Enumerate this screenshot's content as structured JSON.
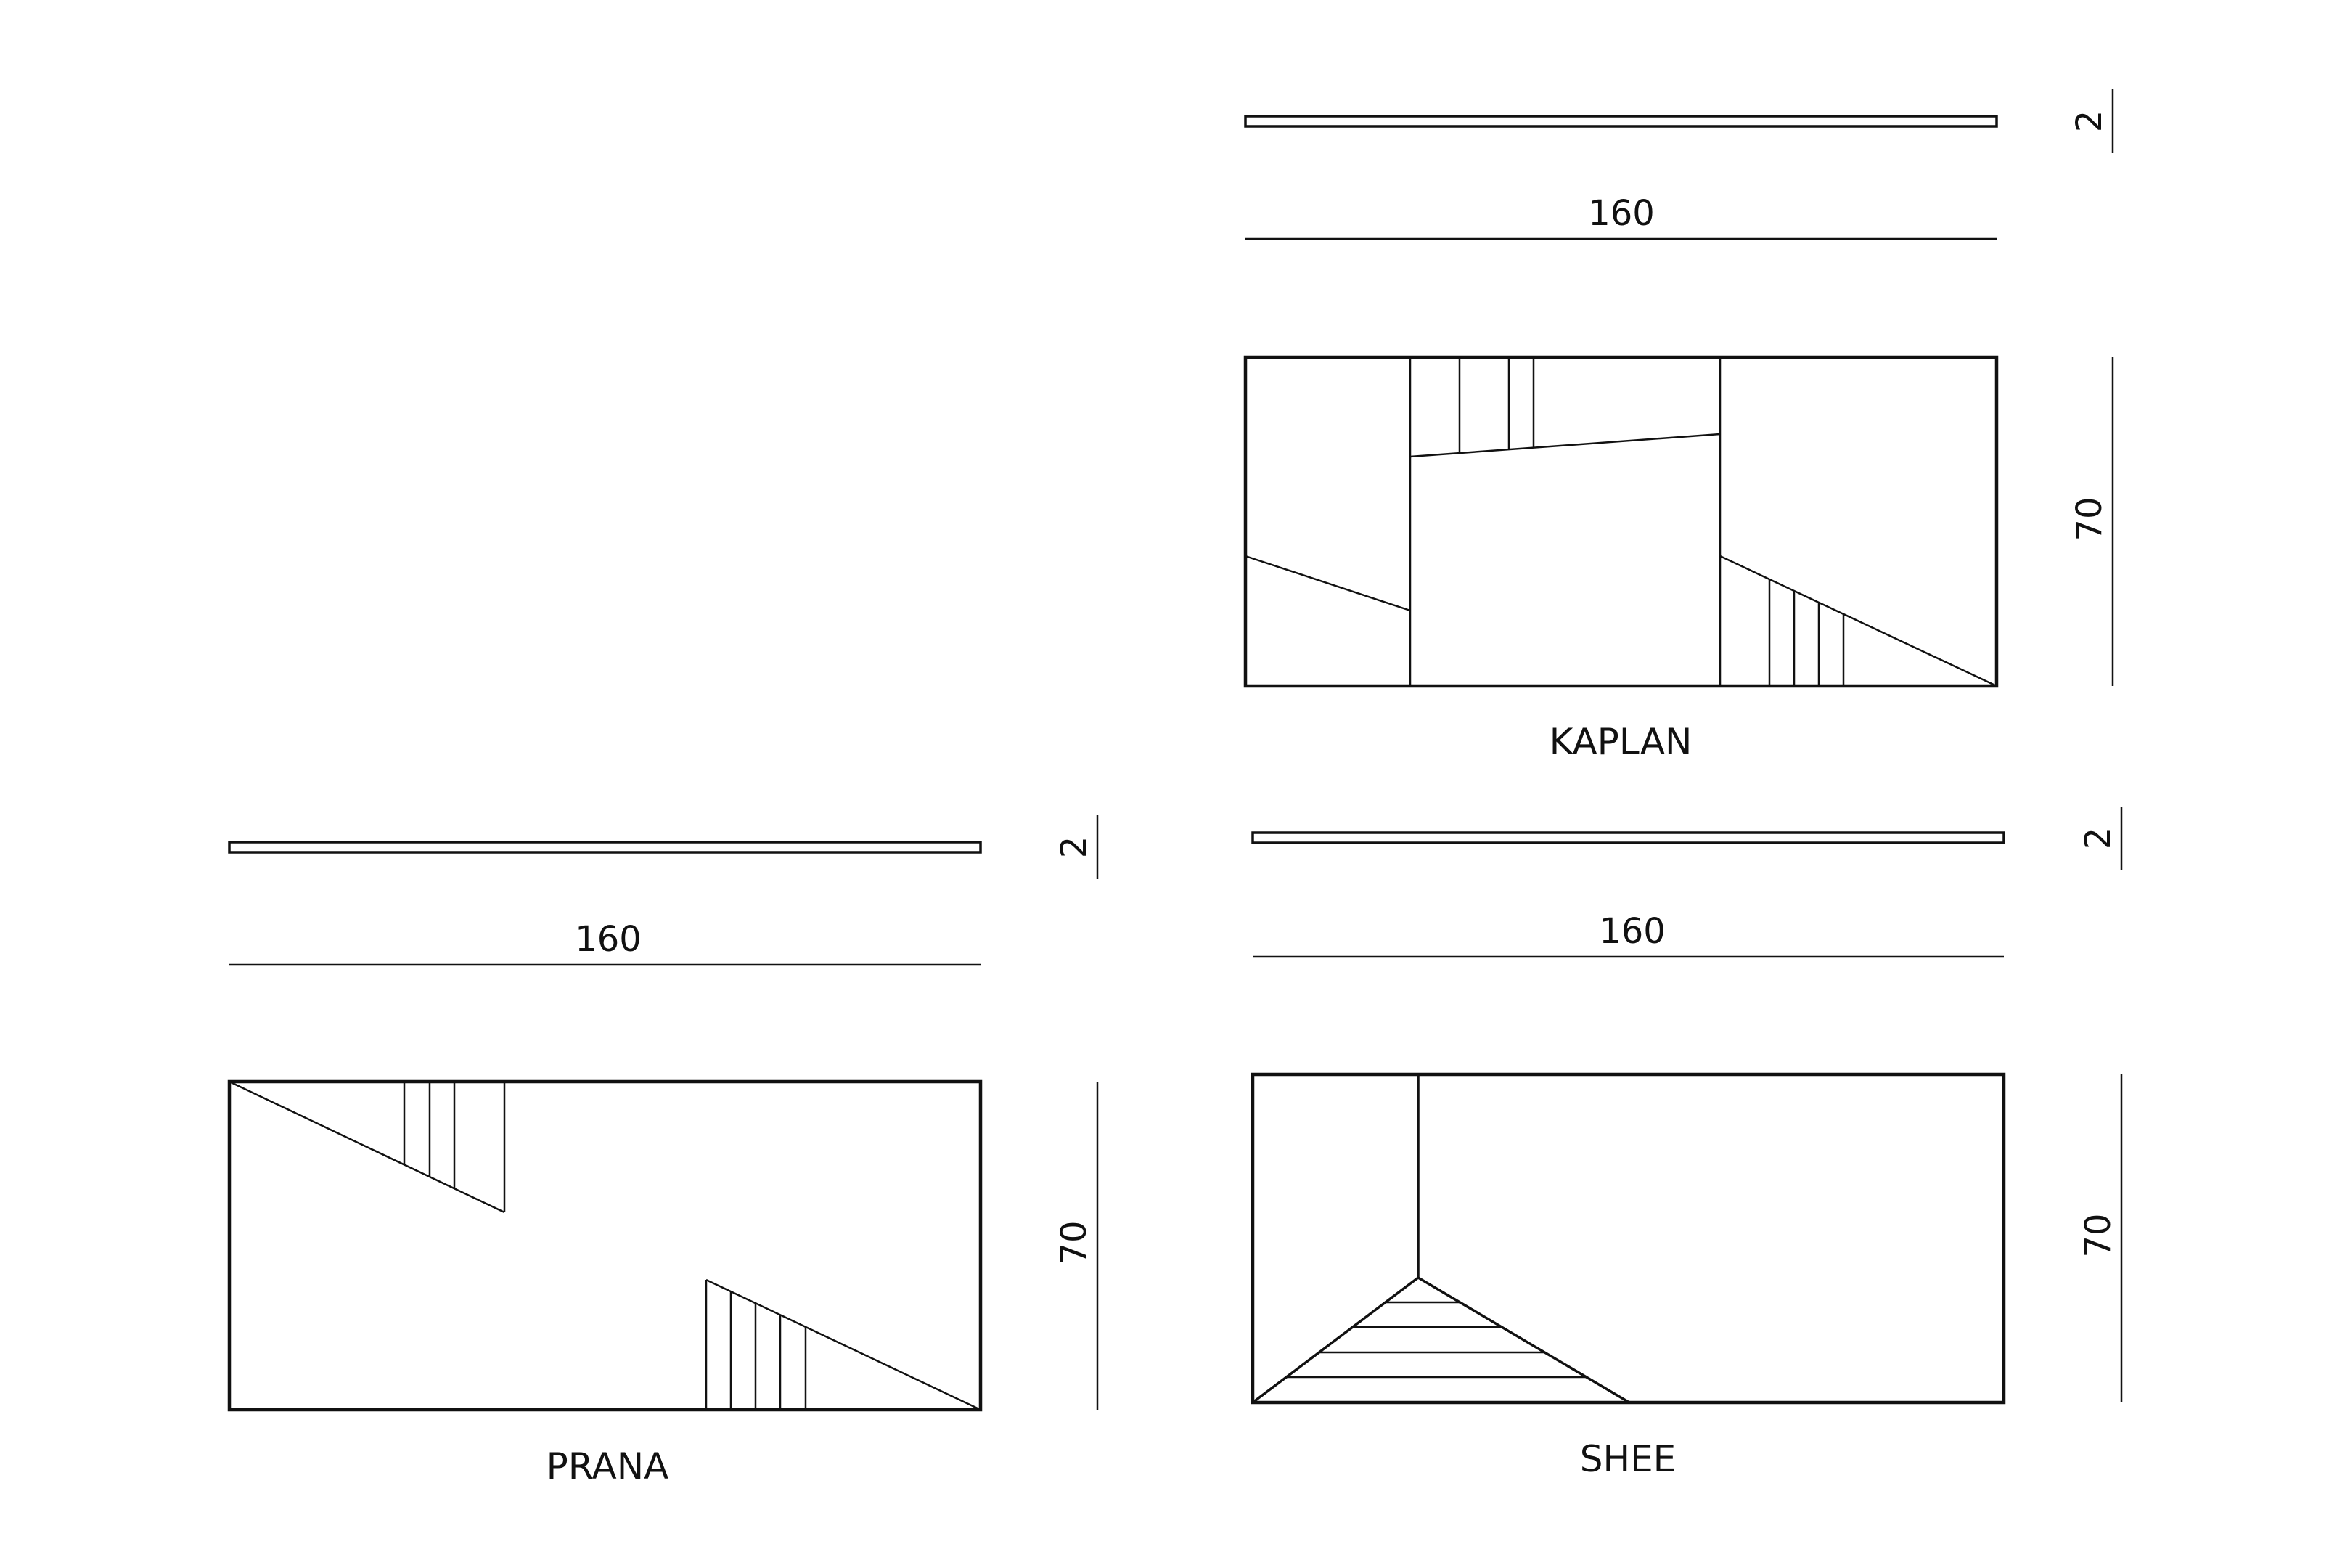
{
  "panels": {
    "kaplan": {
      "name": "KAPLAN",
      "width_dim": "160",
      "thickness_dim": "2",
      "height_dim": "70"
    },
    "prana": {
      "name": "PRANA",
      "width_dim": "160",
      "thickness_dim": "2",
      "height_dim": "70"
    },
    "shee": {
      "name": "SHEE",
      "width_dim": "160",
      "thickness_dim": "2",
      "height_dim": "70"
    }
  },
  "colors": {
    "line": "#111111",
    "background": "#ffffff"
  }
}
